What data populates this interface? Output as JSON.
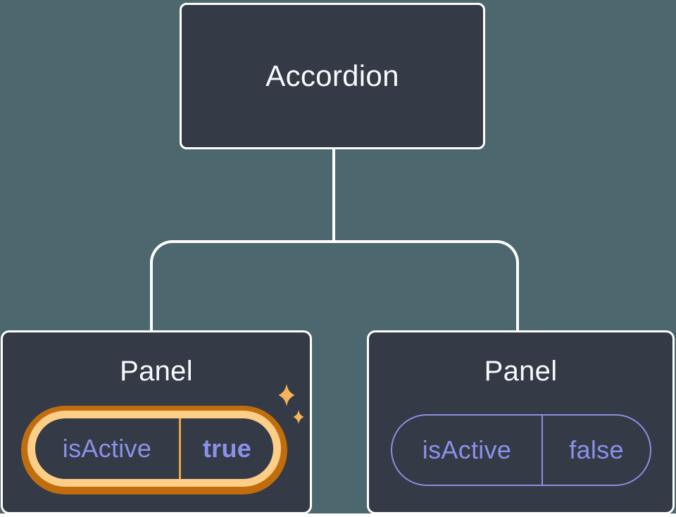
{
  "colors": {
    "background": "#4c686e",
    "node_fill": "#343a46",
    "node_border": "#ffffff",
    "connector": "#ffffff",
    "title_text": "#f8fafc",
    "state_text": "#8b91e8",
    "state_pill_border": "#8a8fe0",
    "active_ring_outer": "#c06d0e",
    "active_ring_inner": "#fcce87",
    "active_divider": "#e9a63e",
    "sparkle": "#f6b45a",
    "page_strip": "#ffffff"
  },
  "root": {
    "label": "Accordion"
  },
  "panels": [
    {
      "label": "Panel",
      "state": {
        "key": "isActive",
        "value": "true"
      },
      "active": true
    },
    {
      "label": "Panel",
      "state": {
        "key": "isActive",
        "value": "false"
      },
      "active": false
    }
  ]
}
